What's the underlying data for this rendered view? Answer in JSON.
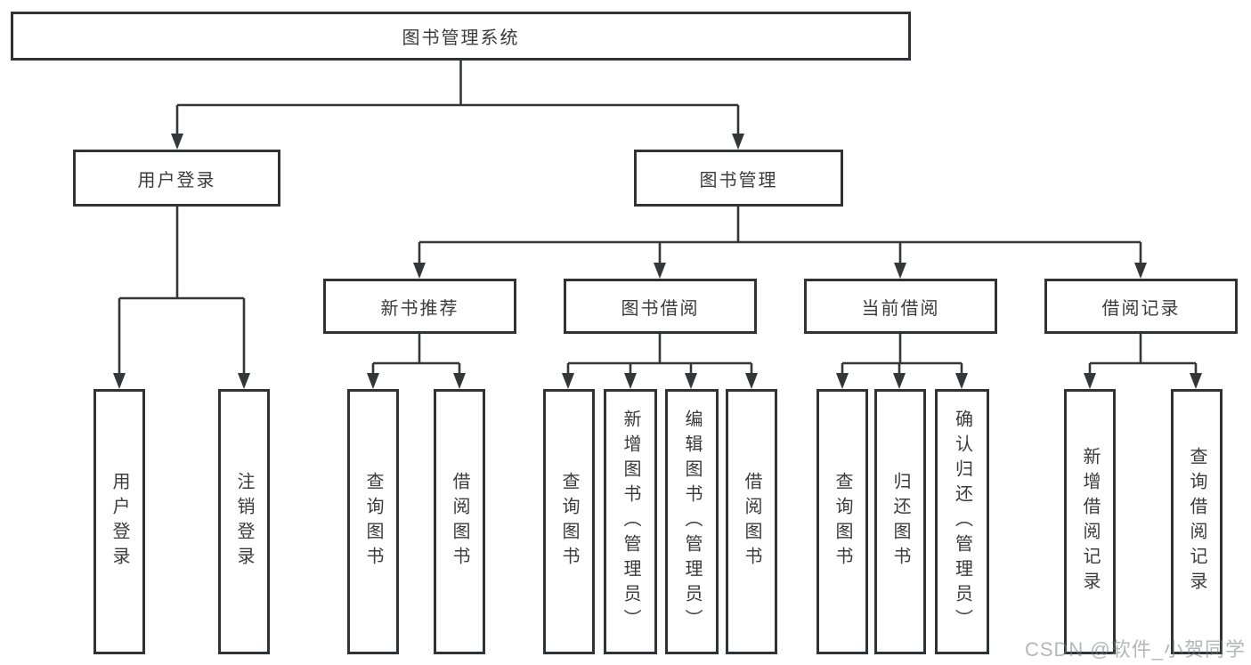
{
  "colors": {
    "line": "#34363a",
    "border": "#303236",
    "text": "#3b3b3b",
    "background": "#ffffff",
    "watermark": "#b3b5b8"
  },
  "watermark": {
    "text": "CSDN @软件_小贺同学"
  },
  "tree": {
    "label": "图书管理系统",
    "children": [
      {
        "label": "用户登录",
        "children": [
          {
            "label": "用户登录"
          },
          {
            "label": "注销登录"
          }
        ]
      },
      {
        "label": "图书管理",
        "children": [
          {
            "label": "新书推荐",
            "children": [
              {
                "label": "查询图书"
              },
              {
                "label": "借阅图书"
              }
            ]
          },
          {
            "label": "图书借阅",
            "children": [
              {
                "label": "查询图书"
              },
              {
                "label": "新增图书（管理员）"
              },
              {
                "label": "编辑图书（管理员）"
              },
              {
                "label": "借阅图书"
              }
            ]
          },
          {
            "label": "当前借阅",
            "children": [
              {
                "label": "查询图书"
              },
              {
                "label": "归还图书"
              },
              {
                "label": "确认归还（管理员）"
              }
            ]
          },
          {
            "label": "借阅记录",
            "children": [
              {
                "label": "新增借阅记录"
              },
              {
                "label": "查询借阅记录"
              }
            ]
          }
        ]
      }
    ]
  }
}
